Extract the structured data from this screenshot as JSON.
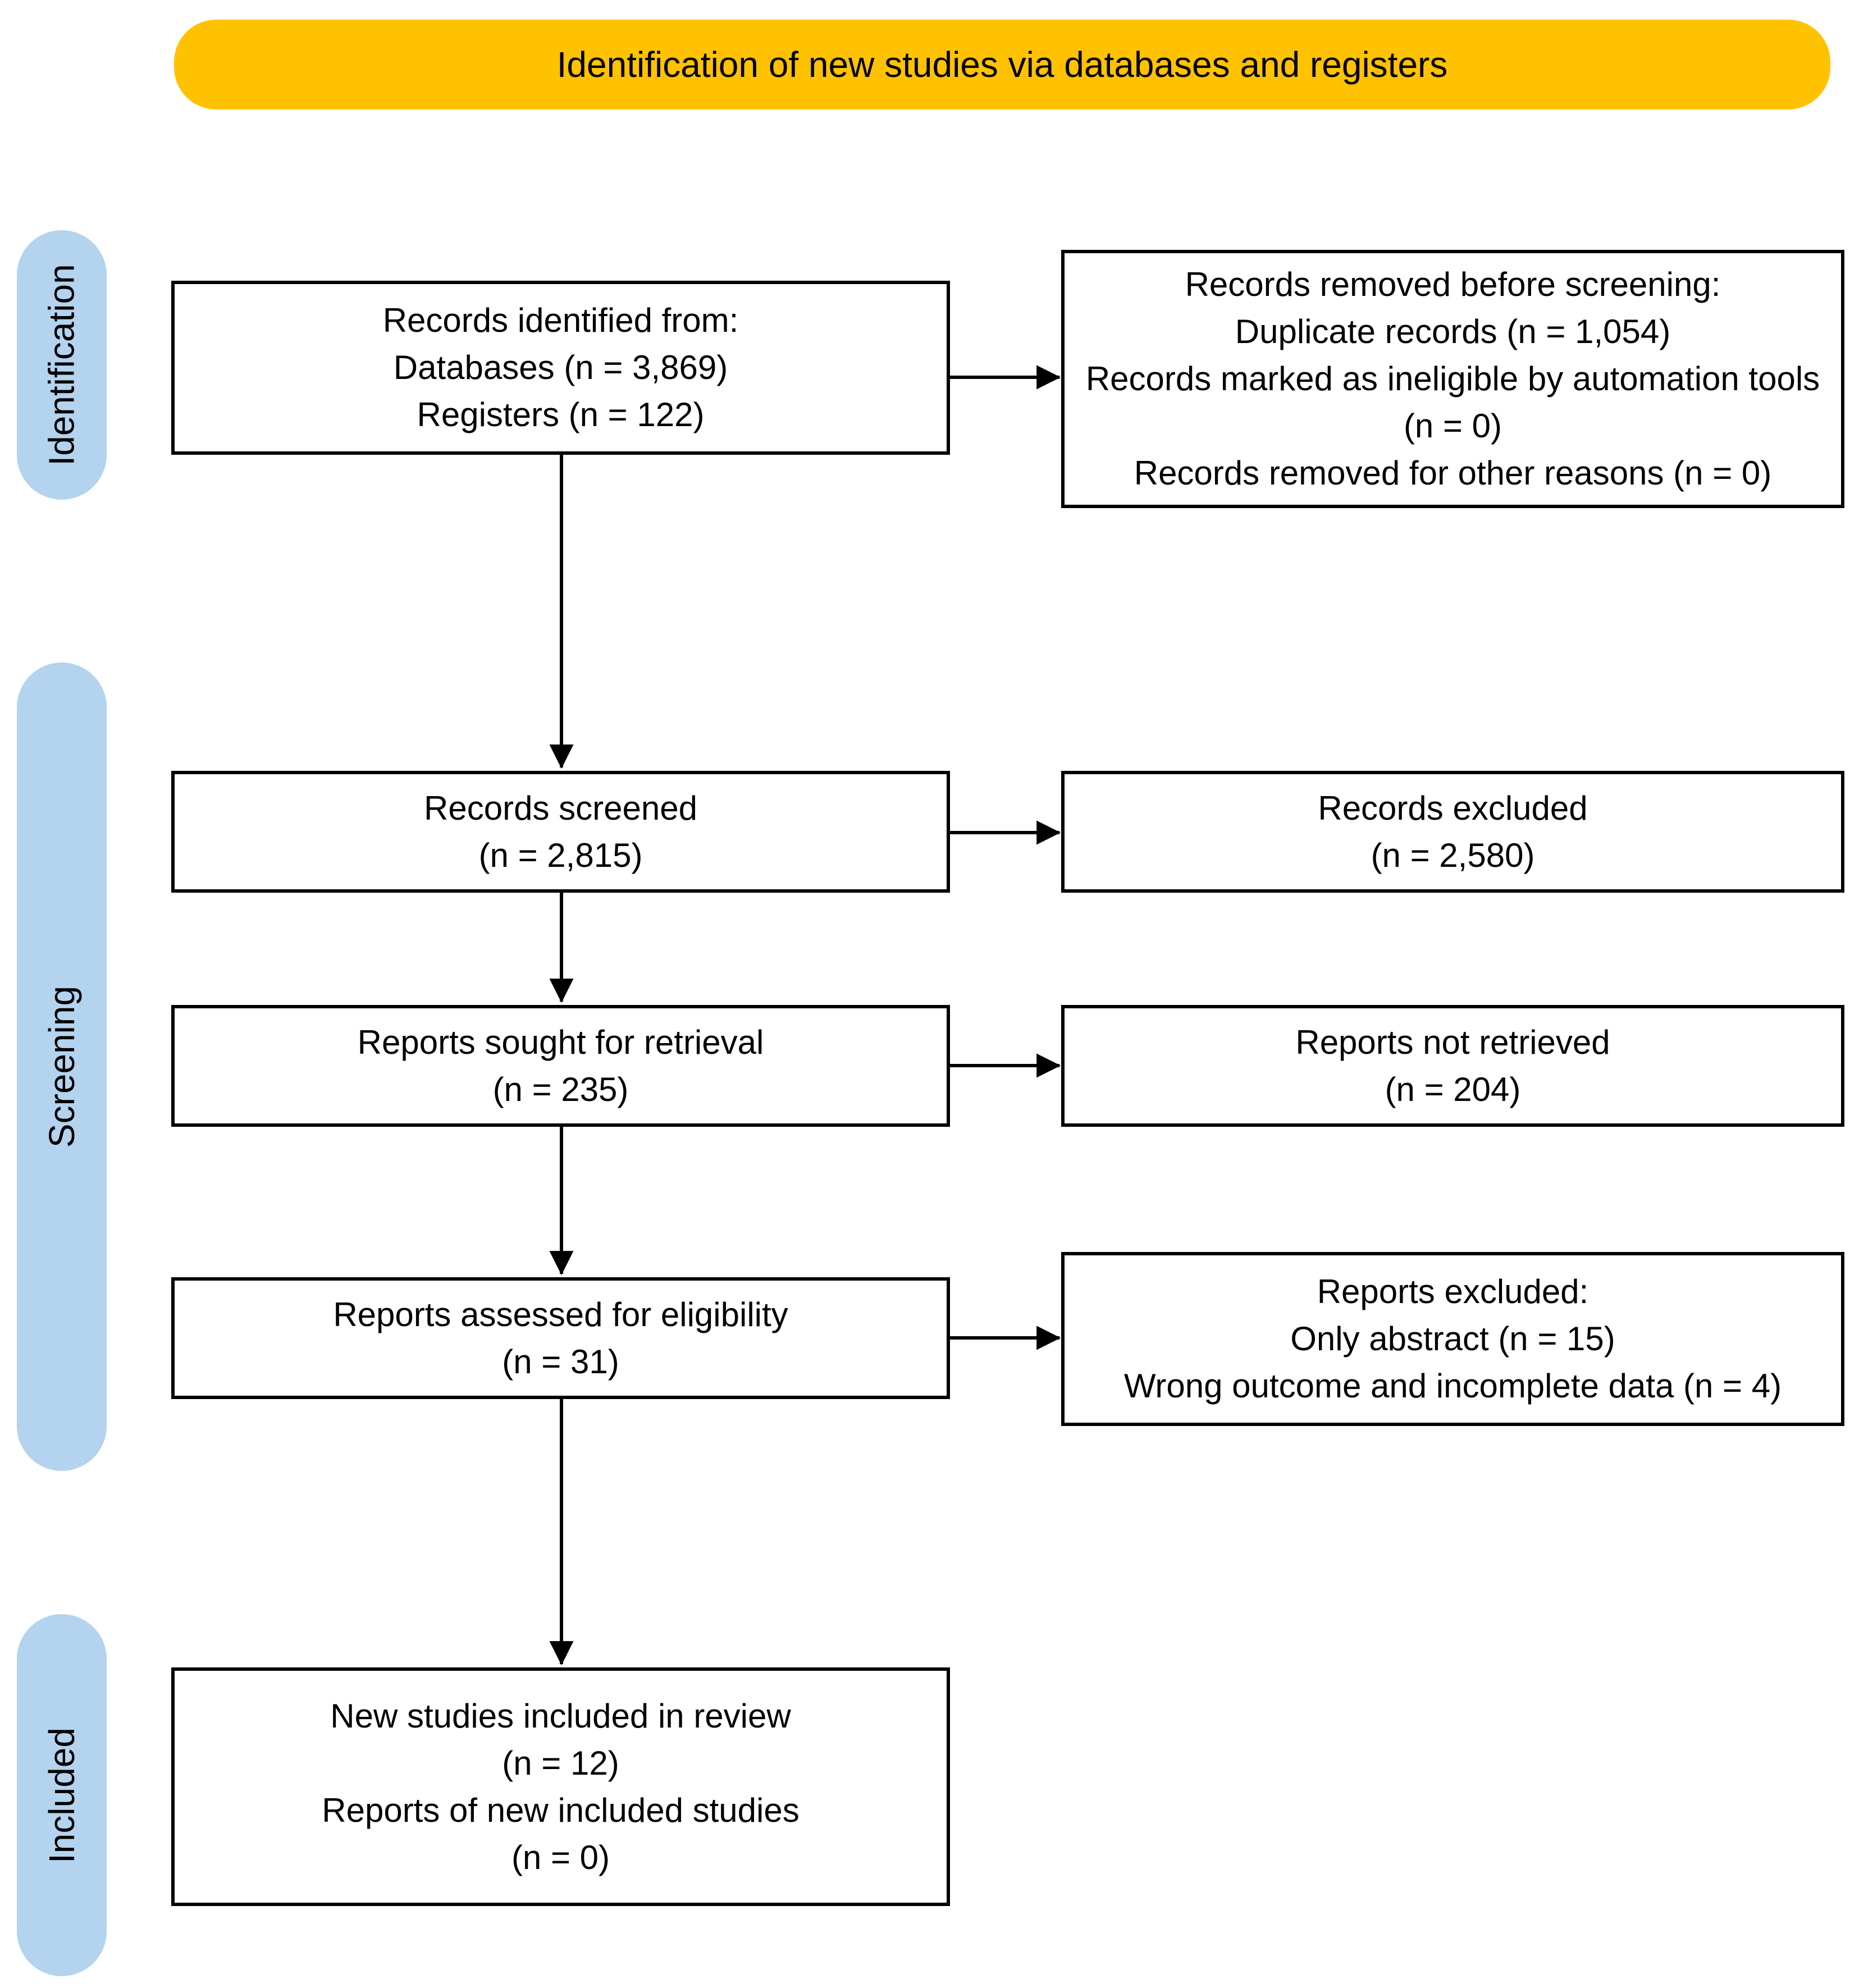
{
  "banner": {
    "label": "Identification of new studies via databases and registers"
  },
  "stages": {
    "identification": "Identification",
    "screening": "Screening",
    "included": "Included"
  },
  "boxes": {
    "identified": "Records identified from:\nDatabases (n = 3,869)\nRegisters (n = 122)",
    "removed_before_screening": "Records removed before screening:\nDuplicate records (n = 1,054)\nRecords marked as ineligible by automation tools (n = 0)\nRecords removed for other reasons (n = 0)",
    "screened": "Records screened\n(n = 2,815)",
    "records_excluded": "Records excluded\n(n = 2,580)",
    "sought": "Reports sought for retrieval\n(n = 235)",
    "not_retrieved": "Reports not retrieved\n(n = 204)",
    "assessed": "Reports assessed for eligibility\n(n = 31)",
    "reports_excluded": "Reports excluded:\nOnly abstract (n = 15)\nWrong outcome and incomplete data (n = 4)",
    "included_in_review": "New studies included in review\n(n = 12)\nReports of new included studies\n(n = 0)"
  },
  "colors": {
    "banner_bg": "#FFC200",
    "stage_bg": "#B4D3EE",
    "box_border": "#000000"
  }
}
